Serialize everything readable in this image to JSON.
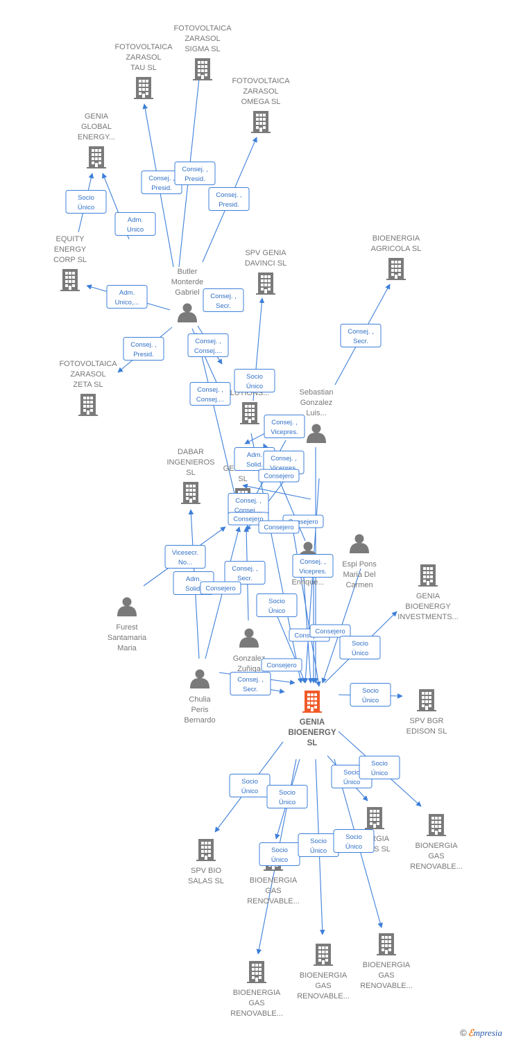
{
  "colors": {
    "edge": "#3d7fd9",
    "building": "#7a7a7a",
    "main_building": "#f05a28",
    "person": "#7a7a7a"
  },
  "nodes": [
    {
      "id": "sigma",
      "type": "company",
      "label": [
        "FOTOVOLTAICA",
        "ZARASOL",
        "SIGMA  SL"
      ]
    },
    {
      "id": "tau",
      "type": "company",
      "label": [
        "FOTOVOLTAICA",
        "ZARASOL",
        "TAU  SL"
      ]
    },
    {
      "id": "omega",
      "type": "company",
      "label": [
        "FOTOVOLTAICA",
        "ZARASOL",
        "OMEGA  SL"
      ]
    },
    {
      "id": "global",
      "type": "company",
      "label": [
        "GENIA",
        "GLOBAL",
        "ENERGY..."
      ]
    },
    {
      "id": "equity",
      "type": "company",
      "label": [
        "EQUITY",
        "ENERGY",
        "CORP SL"
      ]
    },
    {
      "id": "butler",
      "type": "person",
      "label": [
        "Butler",
        "Monterde",
        "Gabriel"
      ]
    },
    {
      "id": "davinci",
      "type": "company",
      "label": [
        "SPV GENIA",
        "DAVINCI  SL"
      ]
    },
    {
      "id": "agricola",
      "type": "company",
      "label": [
        "BIOENERGIA",
        "AGRICOLA SL"
      ]
    },
    {
      "id": "zeta",
      "type": "company",
      "label": [
        "FOTOVOLTAICA",
        "ZARASOL",
        "ZETA  SL"
      ]
    },
    {
      "id": "solutions",
      "type": "company",
      "label": [
        "G",
        "ENE",
        "LUTIONS..."
      ]
    },
    {
      "id": "sebastian",
      "type": "person",
      "label": [
        "Sebastian",
        "Gonzalez",
        "Luis..."
      ]
    },
    {
      "id": "dabar",
      "type": "company",
      "label": [
        "DABAR",
        "INGENIEROS",
        "SL"
      ]
    },
    {
      "id": "geniadabar",
      "type": "company",
      "label": [
        "GR",
        "GENIADAB",
        "SL"
      ]
    },
    {
      "id": "espi",
      "type": "person",
      "label": [
        "Espi Pons",
        "Maria Del",
        "Carmen"
      ]
    },
    {
      "id": "pertegaz",
      "type": "person",
      "label": [
        "Pertegaz",
        "Enrique..."
      ]
    },
    {
      "id": "investments",
      "type": "company",
      "label": [
        "GENIA",
        "BIOENERGY",
        "INVESTMENTS..."
      ]
    },
    {
      "id": "furest",
      "type": "person",
      "label": [
        "Furest",
        "Santamaria",
        "Maria"
      ]
    },
    {
      "id": "gonzalez",
      "type": "person",
      "label": [
        "Gonzalez",
        "Zuñiga"
      ]
    },
    {
      "id": "chulia",
      "type": "person",
      "label": [
        "Chulia",
        "Peris",
        "Bernardo"
      ]
    },
    {
      "id": "genia",
      "type": "main",
      "label": [
        "GENIA",
        "BIOENERGY",
        "SL"
      ]
    },
    {
      "id": "edison",
      "type": "company",
      "label": [
        "SPV BGR",
        "EDISON  SL"
      ]
    },
    {
      "id": "salas",
      "type": "company",
      "label": [
        "SPV BIO",
        "SALAS  SL"
      ]
    },
    {
      "id": "gr1",
      "type": "company",
      "label": [
        "BIOENERGIA",
        "GAS",
        "RENOVABLE..."
      ]
    },
    {
      "id": "ents",
      "type": "company",
      "label": [
        "NERGIA",
        "ENTS  SL"
      ]
    },
    {
      "id": "gr2",
      "type": "company",
      "label": [
        "BIONERGIA",
        "GAS",
        "RENOVABLE..."
      ]
    },
    {
      "id": "gr3",
      "type": "company",
      "label": [
        "BIOENERGIA",
        "GAS",
        "RENOVABLE..."
      ]
    },
    {
      "id": "gr4",
      "type": "company",
      "label": [
        "BIOENERGIA",
        "GAS",
        "RENOVABLE..."
      ]
    },
    {
      "id": "gr5",
      "type": "company",
      "label": [
        "BIOENERGIA",
        "GAS",
        "RENOVABLE..."
      ]
    }
  ],
  "relations": [
    {
      "id": "r1",
      "lines": [
        "Socio",
        "Único"
      ]
    },
    {
      "id": "r2",
      "lines": [
        "Adm.",
        "Unico"
      ]
    },
    {
      "id": "r3",
      "lines": [
        "Consej. ,",
        "Presid."
      ]
    },
    {
      "id": "r4",
      "lines": [
        "Consej. ,",
        "Presid."
      ]
    },
    {
      "id": "r5",
      "lines": [
        "Consej. ,",
        "Presid."
      ]
    },
    {
      "id": "r6",
      "lines": [
        "Adm.",
        "Unico,..."
      ]
    },
    {
      "id": "r7",
      "lines": [
        "Consej. ,",
        "Secr."
      ]
    },
    {
      "id": "r8",
      "lines": [
        "Consej. ,",
        "Presid."
      ]
    },
    {
      "id": "r9",
      "lines": [
        "Consej. ,",
        "Consej...."
      ]
    },
    {
      "id": "r10",
      "lines": [
        "Consej. ,",
        "Secr."
      ]
    },
    {
      "id": "r11",
      "lines": [
        "Socio",
        "Único"
      ]
    },
    {
      "id": "r12",
      "lines": [
        "Consej. ,",
        "Consej...."
      ]
    },
    {
      "id": "r13",
      "lines": [
        "Consej. ,",
        "Vicepres."
      ]
    },
    {
      "id": "r14",
      "lines": [
        "Adm.",
        "Solid."
      ]
    },
    {
      "id": "r15",
      "lines": [
        "Consej. ,",
        "Vicepres."
      ]
    },
    {
      "id": "r16",
      "lines": [
        "Consejero"
      ]
    },
    {
      "id": "r17",
      "lines": [
        "Consej. ,",
        "Consej...."
      ]
    },
    {
      "id": "r18",
      "lines": [
        "Consejero"
      ]
    },
    {
      "id": "r19",
      "lines": [
        "Consejero"
      ]
    },
    {
      "id": "r20",
      "lines": [
        "Consejero"
      ]
    },
    {
      "id": "r21",
      "lines": [
        "Vicesecr.",
        "No..."
      ]
    },
    {
      "id": "r22",
      "lines": [
        "Adm.",
        "Solid."
      ]
    },
    {
      "id": "r23",
      "lines": [
        "Consej. ,",
        "Secr."
      ]
    },
    {
      "id": "r24",
      "lines": [
        "Consejero"
      ]
    },
    {
      "id": "r25",
      "lines": [
        "Consej. ,",
        "Vicepres."
      ]
    },
    {
      "id": "r26",
      "lines": [
        "Socio",
        "Único"
      ]
    },
    {
      "id": "r27",
      "lines": [
        "Consejero"
      ]
    },
    {
      "id": "r28",
      "lines": [
        "Consejero"
      ]
    },
    {
      "id": "r29",
      "lines": [
        "Socio",
        "Único"
      ]
    },
    {
      "id": "r30",
      "lines": [
        "Consejero"
      ]
    },
    {
      "id": "r31",
      "lines": [
        "Consej. ,",
        "Secr."
      ]
    },
    {
      "id": "r32",
      "lines": [
        "Socio",
        "Único"
      ]
    },
    {
      "id": "r33",
      "lines": [
        "Socio",
        "Único"
      ]
    },
    {
      "id": "r34",
      "lines": [
        "Socio",
        "Único"
      ]
    },
    {
      "id": "r35",
      "lines": [
        "Socio",
        "Único"
      ]
    },
    {
      "id": "r36",
      "lines": [
        "Socio",
        "Único"
      ]
    },
    {
      "id": "r37",
      "lines": [
        "Socio",
        "Único"
      ]
    },
    {
      "id": "r38",
      "lines": [
        "Socio",
        "Único"
      ]
    },
    {
      "id": "r39",
      "lines": [
        "Socio",
        "Único"
      ]
    }
  ],
  "footer": {
    "copyright": "©",
    "brand_initial": "ℰ",
    "brand_rest": "mpresia"
  }
}
